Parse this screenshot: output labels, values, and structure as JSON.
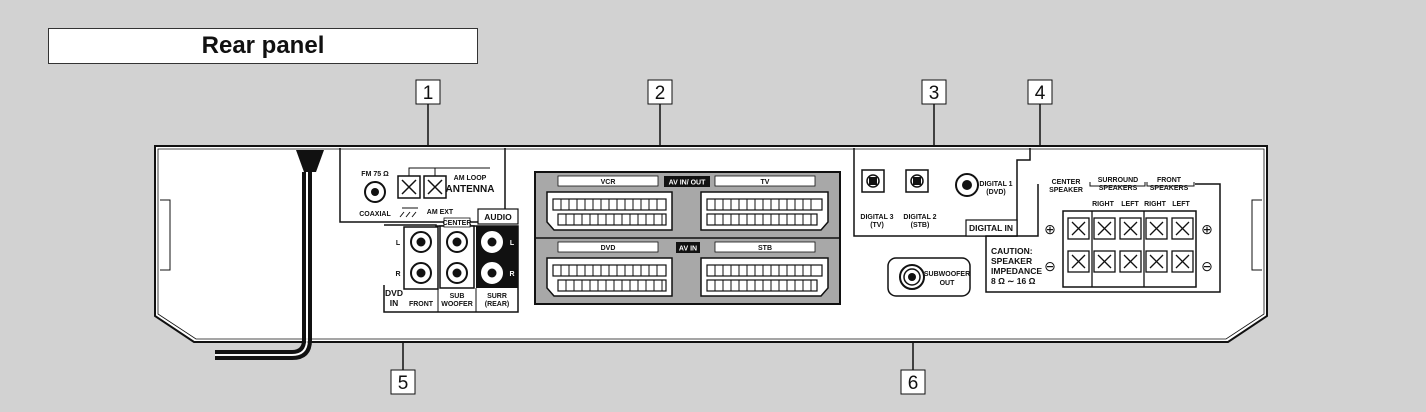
{
  "title": "Rear panel",
  "callouts": [
    "1",
    "2",
    "3",
    "4",
    "5",
    "6"
  ],
  "antenna": {
    "fm": "FM 75 Ω",
    "coaxial": "COAXIAL",
    "am_loop": "AM LOOP",
    "am_ext": "AM EXT",
    "antenna": "ANTENNA"
  },
  "scart": {
    "vcr": "VCR",
    "av_in_out": "AV IN/ OUT",
    "tv": "TV",
    "dvd": "DVD",
    "av_in": "AV IN",
    "stb": "STB"
  },
  "digital": {
    "digital1": "DIGITAL 1",
    "digital1_sub": "(DVD)",
    "digital3": "DIGITAL 3",
    "digital3_sub": "(TV)",
    "digital2": "DIGITAL 2",
    "digital2_sub": "(STB)",
    "digital_in": "DIGITAL IN"
  },
  "speakers": {
    "center1": "CENTER",
    "center2": "SPEAKER",
    "surround1": "SURROUND",
    "surround2": "SPEAKERS",
    "front1": "FRONT",
    "front2": "SPEAKERS",
    "right_a": "RIGHT",
    "left_a": "LEFT",
    "right_b": "RIGHT",
    "left_b": "LEFT",
    "caution1": "CAUTION:",
    "caution2": "SPEAKER",
    "caution3": "IMPEDANCE",
    "caution4": "8 Ω ∼ 16 Ω",
    "plus": "⊕",
    "minus": "⊖"
  },
  "audio": {
    "audio": "AUDIO",
    "center": "CENTER",
    "l": "L",
    "r": "R",
    "l2": "L",
    "r2": "R",
    "dvd": "DVD",
    "in": "IN",
    "front": "FRONT",
    "sub1": "SUB",
    "sub2": "WOOFER",
    "surr1": "SURR",
    "surr2": "(REAR)"
  },
  "subwoofer": {
    "line1": "SUBWOOFER",
    "line2": "OUT"
  }
}
